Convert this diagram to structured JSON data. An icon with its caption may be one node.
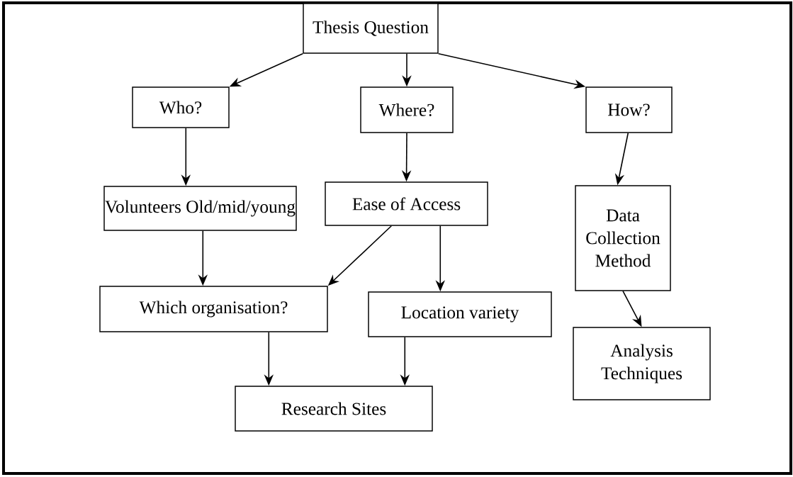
{
  "diagram": {
    "nodes": [
      {
        "text": [
          "Thesis Question"
        ]
      },
      {
        "text": [
          "Who?"
        ]
      },
      {
        "text": [
          "Where?"
        ]
      },
      {
        "text": [
          "How?"
        ]
      },
      {
        "text": [
          "Volunteers Old/mid/young"
        ]
      },
      {
        "text": [
          "Ease of Access"
        ]
      },
      {
        "text": [
          "Data Collection Method"
        ]
      },
      {
        "text": [
          "Which organisation?"
        ]
      },
      {
        "text": [
          "Location variety"
        ]
      },
      {
        "text": [
          "Research Sites"
        ]
      },
      {
        "text": [
          "Analysis Techniques"
        ]
      }
    ],
    "edges": [
      {
        "from": 0,
        "to": 1,
        "arrow": "to"
      },
      {
        "from": 0,
        "to": 2,
        "arrow": "to"
      },
      {
        "from": 0,
        "to": 3,
        "arrow": "to"
      },
      {
        "from": 1,
        "to": 4,
        "arrow": "to"
      },
      {
        "from": 2,
        "to": 5,
        "arrow": "to"
      },
      {
        "from": 3,
        "to": 6,
        "arrow": "to"
      },
      {
        "from": 4,
        "to": 7,
        "arrow": "to"
      },
      {
        "from": 5,
        "to": 7,
        "arrow": "to"
      },
      {
        "from": 5,
        "to": 8,
        "arrow": "to"
      },
      {
        "from": 7,
        "to": 9,
        "arrow": "to"
      },
      {
        "from": 8,
        "to": 9,
        "arrow": "to"
      },
      {
        "from": 6,
        "to": 10,
        "arrow": "to"
      }
    ]
  }
}
